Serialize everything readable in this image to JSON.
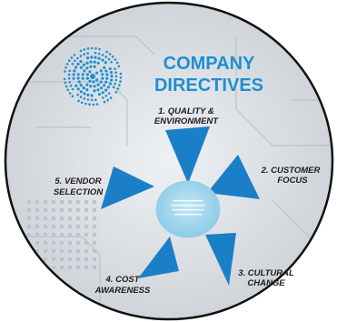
{
  "title": {
    "line1": "COMPANY",
    "line2": "DIRECTIVES"
  },
  "directives": [
    {
      "id": 1,
      "line1": "1. QUALITY &",
      "line2": "ENVIRONMENT"
    },
    {
      "id": 2,
      "line1": "2. CUSTOMER",
      "line2": "FOCUS"
    },
    {
      "id": 3,
      "line1": "3. CULTURAL",
      "line2": "CHANGE"
    },
    {
      "id": 4,
      "line1": "4. COST",
      "line2": "AWARENESS"
    },
    {
      "id": 5,
      "line1": "5. VENDOR",
      "line2": "SELECTION"
    }
  ],
  "colors": {
    "accent": "#1f8fd0",
    "arrow": "#1a7fc6",
    "hub": "#a8d8ee",
    "disc_border": "#111111"
  },
  "icons": {
    "logo": "dotted-sphere-logo-icon"
  }
}
